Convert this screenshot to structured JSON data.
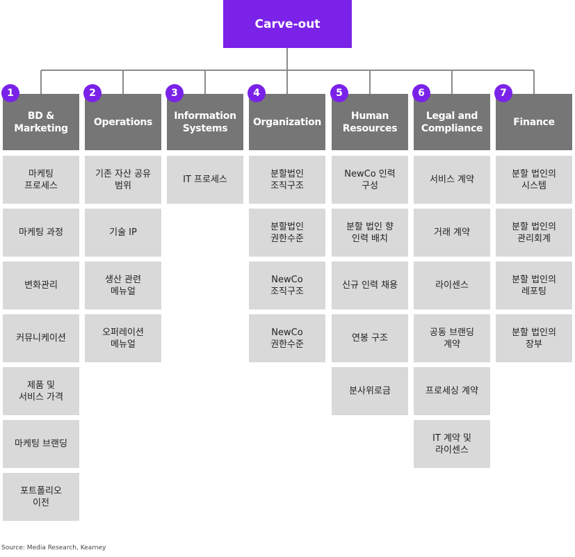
{
  "root": {
    "label": "Carve-out"
  },
  "colors": {
    "accent": "#7a22e8",
    "header": "#767676",
    "cell": "#d9d9d9",
    "connector": "#8a8a8a"
  },
  "columns": [
    {
      "number": "1",
      "title": "BD &\nMarketing",
      "items": [
        "마케팅\n프로세스",
        "마케팅 과정",
        "변화관리",
        "커뮤니케이션",
        "제품 및\n서비스 가격",
        "마케팅 브랜딩",
        "포트폴리오\n이전"
      ]
    },
    {
      "number": "2",
      "title": "Operations",
      "items": [
        "기존 자산 공유\n범위",
        "기술 IP",
        "생산 관련\n메뉴얼",
        "오퍼레이션\n메뉴얼"
      ]
    },
    {
      "number": "3",
      "title": "Information\nSystems",
      "items": [
        "IT 프로세스"
      ]
    },
    {
      "number": "4",
      "title": "Organization",
      "items": [
        "분할법인\n조직구조",
        "분할법인\n권한수준",
        "NewCo\n조직구조",
        "NewCo\n권한수준"
      ]
    },
    {
      "number": "5",
      "title": "Human\nResources",
      "items": [
        "NewCo 인력\n구성",
        "분할 법인 향\n인력 배치",
        "신규 인력 채용",
        "연봉 구조",
        "분사위로금"
      ]
    },
    {
      "number": "6",
      "title": "Legal and\nCompliance",
      "items": [
        "서비스 계약",
        "거래 계약",
        "라이센스",
        "공동 브랜딩\n계약",
        "프로세싱 계약",
        "IT 계약 및\n라이센스"
      ]
    },
    {
      "number": "7",
      "title": "Finance",
      "items": [
        "분할 법인의\n시스템",
        "분할 법인의\n관리회계",
        "분할 법인의\n레포팅",
        "분할 법인의\n장부"
      ]
    }
  ],
  "source": "Source: Media Research, Kearney"
}
